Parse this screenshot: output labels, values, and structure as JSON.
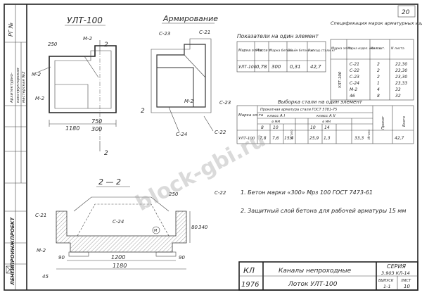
{
  "frame": {
    "sheet_number": "20",
    "stamp_top": "РГ № ",
    "stamp_org": "ЛЕНГИПРОИНЖПРОЕКТ",
    "stamp_texts": [
      "Архитектурно-",
      "конструкторская",
      "мастерская №2"
    ]
  },
  "drawing": {
    "plan_title": "УЛТ-100",
    "rebar_title": "Армирование",
    "section_title": "2 — 2",
    "labels": {
      "m2": "М-2",
      "c21": "С-21",
      "c22": "С-22",
      "c23": "С-23",
      "c24": "С-24",
      "cut": "2",
      "bend": "М"
    },
    "dims": {
      "d250": "250",
      "d1180": "1180",
      "d300": "300",
      "d750": "750",
      "d1200": "1200",
      "d90": "90",
      "d80": "80",
      "d340": "340",
      "d45": "45",
      "d250b": "250"
    }
  },
  "indicators_table": {
    "title": "Показатели на один элемент",
    "headers": [
      "Марка эл-та",
      "Масса т",
      "Марка бетона",
      "Объём бетона м³",
      "Расход стали кг"
    ],
    "row": [
      "УЛТ-100",
      "0,78",
      "300",
      "0,31",
      "42,7"
    ]
  },
  "spec_table": {
    "title": "Спецификация марок арматурных изделий на один элемент",
    "headers": [
      "Марка эл-та",
      "Марка издел. или поз.",
      "Кол. шт.",
      "N листа"
    ],
    "element": "УЛТ-100",
    "rows": [
      [
        "С-21",
        "2",
        "22,30"
      ],
      [
        "С-22",
        "2",
        "23,30"
      ],
      [
        "С-23",
        "2",
        "23,30"
      ],
      [
        "С-24",
        "1",
        "23,33"
      ],
      [
        "М-2",
        "4",
        "33"
      ],
      [
        "46",
        "8",
        "32"
      ]
    ]
  },
  "steel_table": {
    "title": "Выборка стали на один элемент",
    "headers": [
      "Марка эл-та",
      "Прокатная арматура стали ГОСТ 5781-75",
      "Прокат",
      "Всего"
    ],
    "sub": [
      "класс А I",
      "класс А II"
    ],
    "diam_label": "⌀ мм",
    "diams_a1": [
      "8",
      "10"
    ],
    "diams_a2": [
      "10",
      "14"
    ],
    "itogo": "Итого",
    "row": [
      "УЛТ-100",
      "7,8",
      "7,6",
      "15,4",
      "25,9",
      "1,3",
      "",
      "33,3",
      "",
      "42,7"
    ]
  },
  "notes": [
    "1. Бетон марки «300» Мрз 100 ГОСТ 7473-61",
    "2. Защитный слой бетона для рабочей арматуры 15 мм"
  ],
  "title_block": {
    "code": "КЛ",
    "year": "1976",
    "name1": "Каналы непроходные",
    "name2": "Лоток УЛТ-100",
    "series_label": "СЕРИЯ",
    "series": "3.903 КЛ-14",
    "issue_label": "ВЫПУСК",
    "issue": "1-1",
    "sheet_label": "ЛИСТ",
    "sheet": "10"
  },
  "watermark": "block-gbi.ru"
}
